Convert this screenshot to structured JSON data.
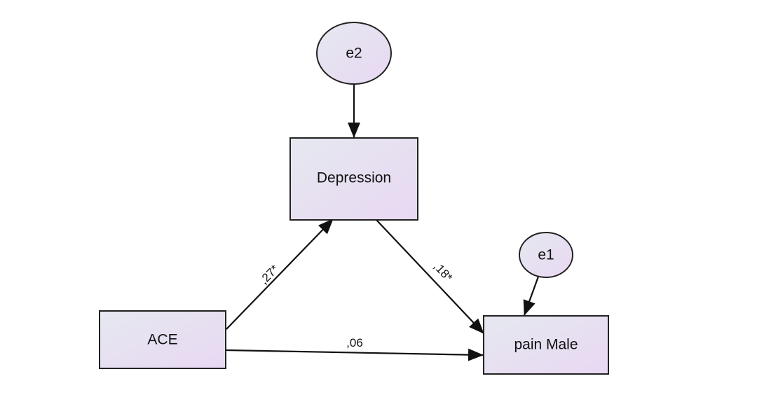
{
  "colors": {
    "node_fill_start": "#e6e8f0",
    "node_fill_end": "#e8d8f2",
    "stroke": "#222222"
  },
  "nodes": {
    "e2": "e2",
    "depression": "Depression",
    "e1": "e1",
    "ace": "ACE",
    "pain_male": "pain Male"
  },
  "edges": {
    "ace_to_depression": ",27*",
    "depression_to_pain": ",18*",
    "ace_to_pain": ",06"
  }
}
